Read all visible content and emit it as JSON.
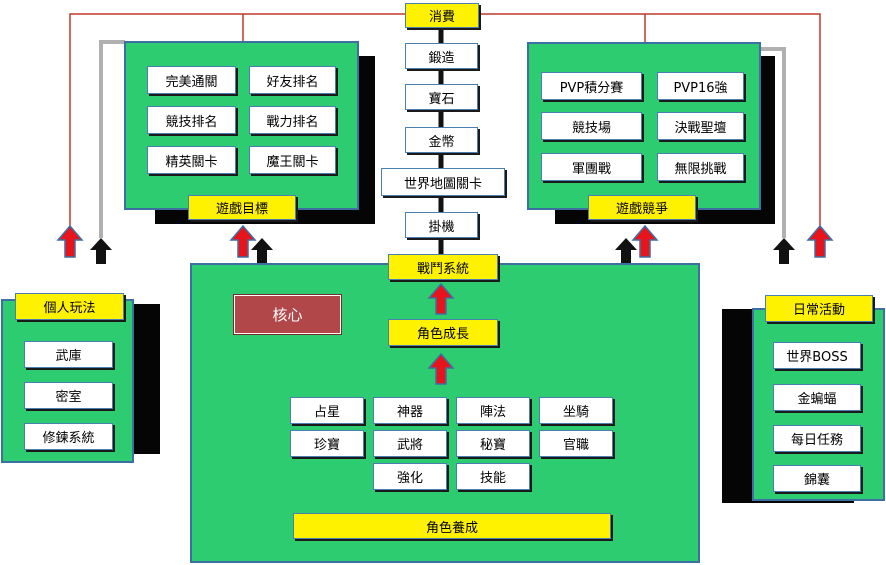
{
  "top": {
    "consume": "消費",
    "chain": [
      "鍛造",
      "寶石",
      "金幣",
      "世界地圖關卡",
      "掛機"
    ]
  },
  "goals": {
    "title": "遊戲目標",
    "items": [
      "完美通關",
      "好友排名",
      "競技排名",
      "戰力排名",
      "精英關卡",
      "魔王關卡"
    ]
  },
  "competition": {
    "title": "遊戲競爭",
    "items": [
      "PVP積分賽",
      "PVP16強",
      "競技場",
      "決戰聖壇",
      "軍團戰",
      "無限挑戰"
    ]
  },
  "personal": {
    "title": "個人玩法",
    "items": [
      "武庫",
      "密室",
      "修鍊系統"
    ]
  },
  "daily": {
    "title": "日常活動",
    "items": [
      "世界BOSS",
      "金蝙蝠",
      "每日任務",
      "錦囊"
    ]
  },
  "core": {
    "battle": "戰鬥系統",
    "label": "核心",
    "growth": "角色成長",
    "items": [
      "占星",
      "神器",
      "陣法",
      "坐騎",
      "珍寶",
      "武將",
      "秘寶",
      "官職",
      "強化",
      "技能"
    ],
    "cultivation": "角色養成"
  },
  "colors": {
    "panel": "#2ecc71",
    "highlight": "#fff200",
    "core": "#b2474a",
    "red_line": "#c0392b",
    "gray_line": "#b0b0b0",
    "arrow_red": "#e8141c",
    "arrow_black": "#111111"
  }
}
